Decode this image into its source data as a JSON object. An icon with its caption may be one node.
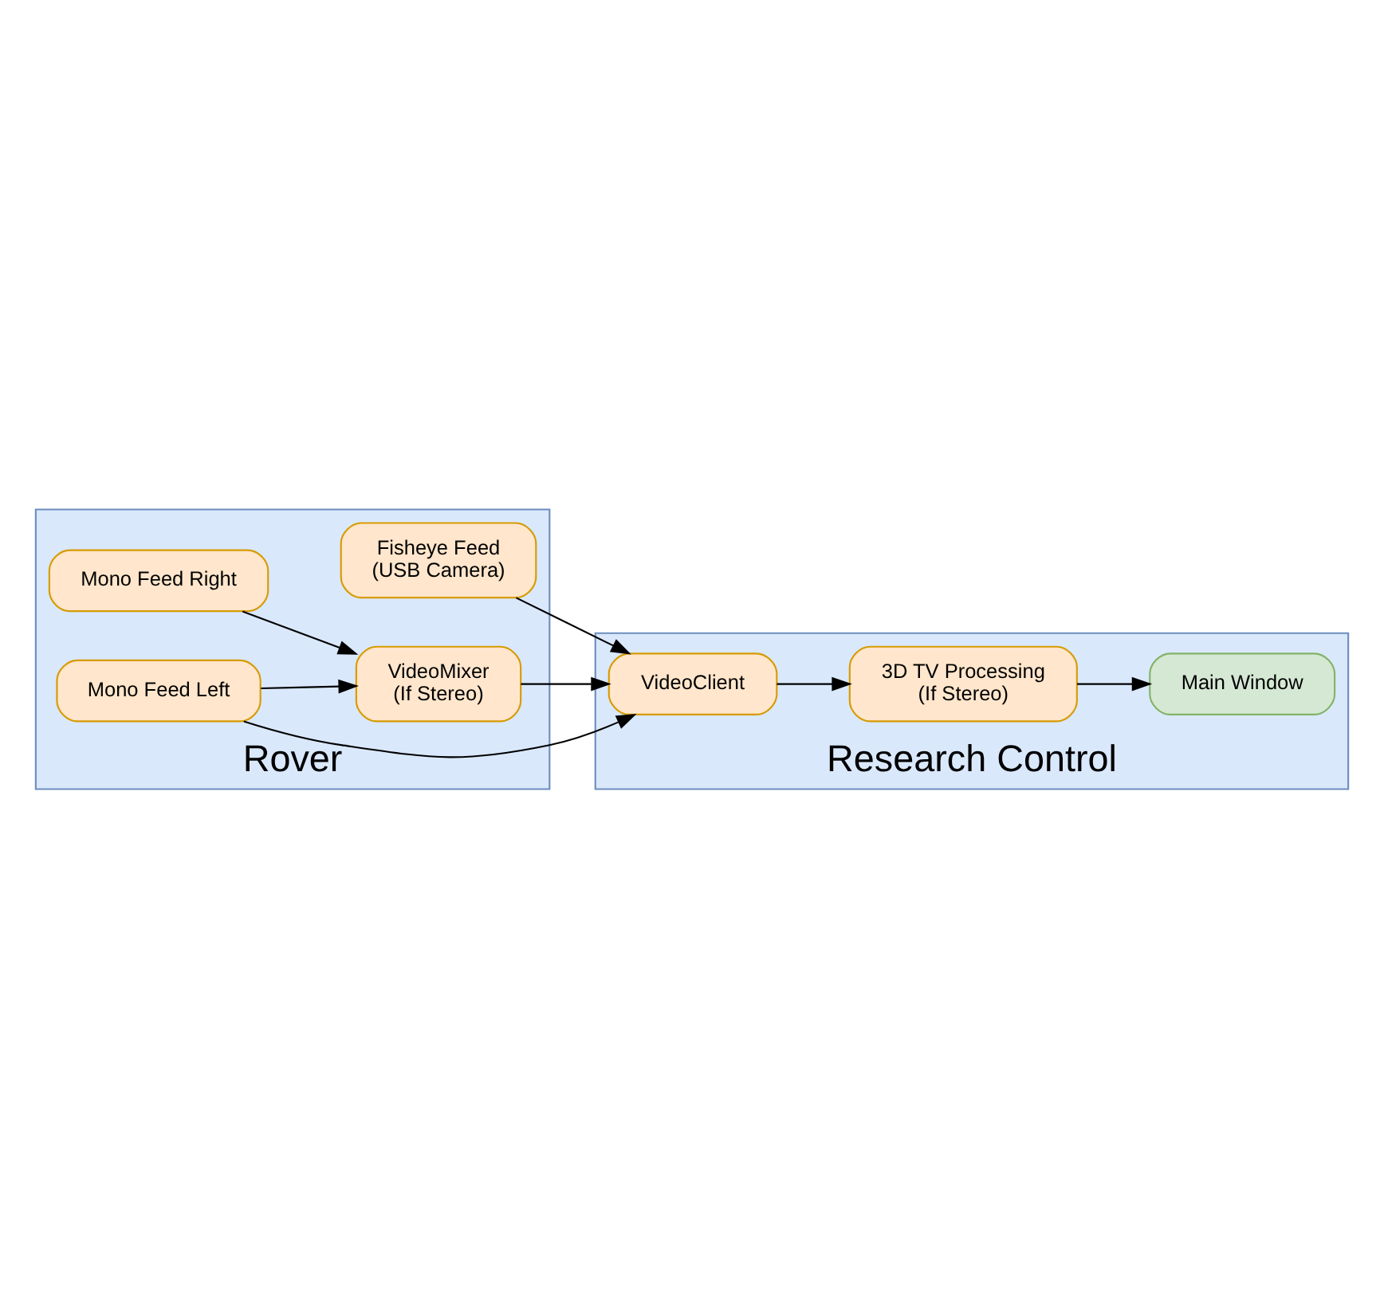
{
  "diagram": {
    "nodes": [
      {
        "text": [
          "Rover"
        ]
      },
      {
        "text": [
          "Fisheye Feed",
          "(USB Camera)"
        ],
        "in": 0
      },
      {
        "text": [
          "Mono Feed Left"
        ],
        "in": 0
      },
      {
        "text": [
          "Mono Feed Right"
        ],
        "in": 0
      },
      {
        "text": [
          "VideoMixer",
          "(If Stereo)"
        ],
        "in": 0
      },
      {
        "text": [
          "Research Control"
        ]
      },
      {
        "text": [
          "VideoClient"
        ],
        "in": 5
      },
      {
        "text": [
          "3D TV Processing",
          "(If Stereo)"
        ],
        "in": 5
      },
      {
        "text": [
          "Main Window"
        ],
        "in": 5
      }
    ],
    "edges": [
      {
        "from": 2,
        "to": 4,
        "arrow": "to"
      },
      {
        "from": 3,
        "to": 4,
        "arrow": "to"
      },
      {
        "from": 1,
        "to": 6,
        "arrow": "to"
      },
      {
        "from": 2,
        "to": 6,
        "arrow": "to"
      },
      {
        "from": 4,
        "to": 6,
        "arrow": "to"
      },
      {
        "from": 6,
        "to": 7,
        "arrow": "to"
      },
      {
        "from": 7,
        "to": 8,
        "arrow": "to"
      }
    ]
  }
}
